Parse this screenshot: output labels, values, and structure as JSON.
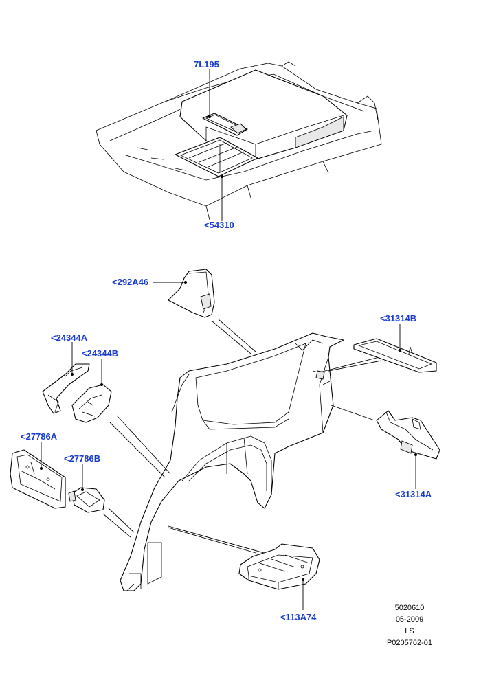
{
  "colors": {
    "label": "#1a3ccc",
    "line": "#000000",
    "background": "#ffffff"
  },
  "labels": [
    {
      "id": "7L195",
      "text": "7L195"
    },
    {
      "id": "54310",
      "text": "<54310"
    },
    {
      "id": "292A46",
      "text": "<292A46"
    },
    {
      "id": "31314B",
      "text": "<31314B"
    },
    {
      "id": "24344A",
      "text": "<24344A"
    },
    {
      "id": "24344B",
      "text": "<24344B"
    },
    {
      "id": "27786A",
      "text": "<27786A"
    },
    {
      "id": "27786B",
      "text": "<27786B"
    },
    {
      "id": "31314A",
      "text": "<31314A"
    },
    {
      "id": "113A74",
      "text": "<113A74"
    }
  ],
  "meta": {
    "code": "5020610",
    "date": "05-2009",
    "model": "LS",
    "ref": "P0205762-01"
  }
}
